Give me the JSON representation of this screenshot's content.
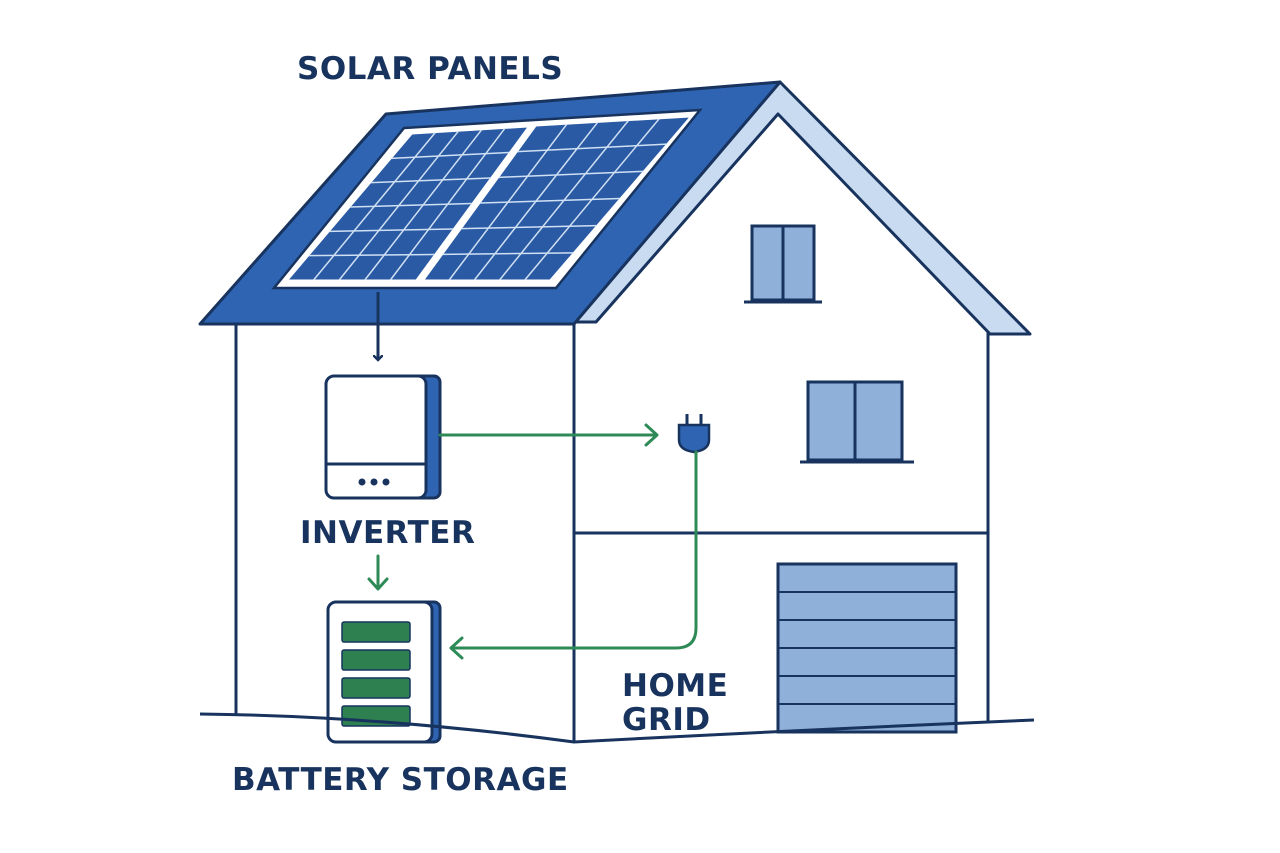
{
  "labels": {
    "solar_panels": "SOLAR PANELS",
    "inverter": "INVERTER",
    "home_grid_line1": "HOME",
    "home_grid_line2": "GRID",
    "battery_storage": "BATTERY STORAGE"
  },
  "colors": {
    "outline": "#17335e",
    "roof": "#2f64b2",
    "panel": "#2a5aa3",
    "window": "#8fb0d8",
    "flow_arrow": "#2e8b57",
    "battery_cell": "#2e8050"
  }
}
